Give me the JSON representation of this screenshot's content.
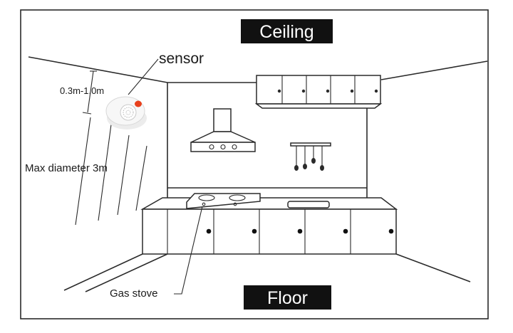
{
  "labels": {
    "ceiling": "Ceiling",
    "floor": "Floor",
    "sensor": "sensor",
    "distance": "0.3m-1.0m",
    "diameter": "Max diameter 3m",
    "gas_stove": "Gas stove"
  },
  "colors": {
    "tag_background": "#111111",
    "tag_text": "#ffffff",
    "line": "#2a2a2a",
    "sensor_indicator": "#e8401c"
  },
  "icons": {
    "sensor": "smoke-gas-detector-icon",
    "range_hood": "range-hood-icon",
    "utensil_rack": "hanging-utensils-icon",
    "stove": "gas-stove-icon",
    "sink": "sink-icon"
  }
}
